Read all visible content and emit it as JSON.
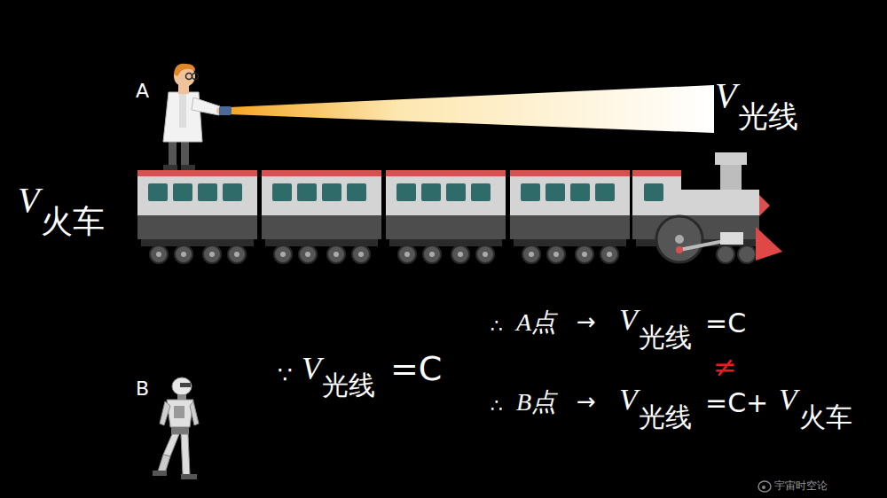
{
  "diagram": {
    "labels": [
      "A",
      "V",
      "光线",
      "V",
      "火车",
      "B",
      "∵",
      "V",
      "光线",
      "=C",
      "∴",
      "A点",
      "→",
      "V",
      "光线",
      "=C",
      "≠",
      "∴",
      "B点",
      "→",
      "V",
      "光线",
      "=C+",
      "V",
      "火车",
      "宇宙时空论"
    ]
  }
}
